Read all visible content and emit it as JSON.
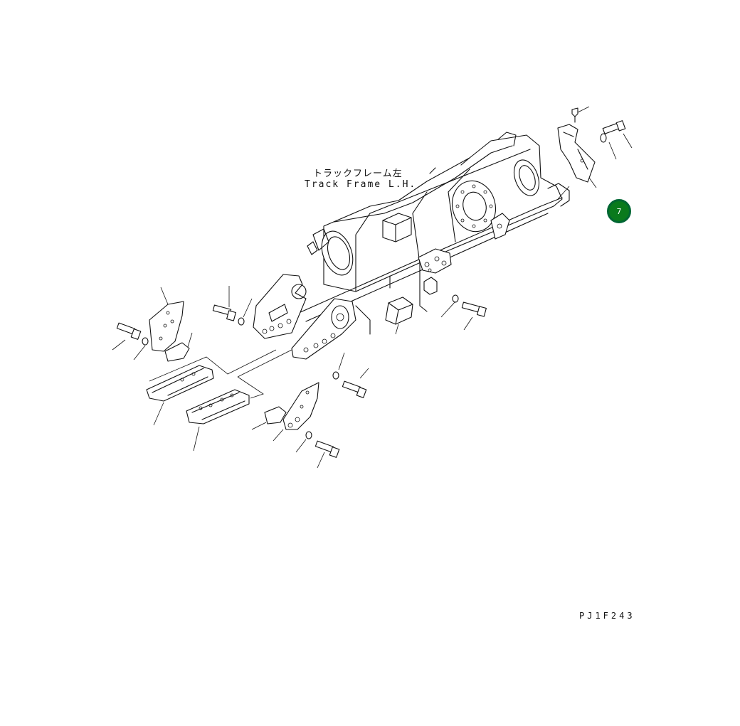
{
  "diagram": {
    "label_japanese": "トラックフレーム左",
    "label_english": "Track Frame L.H.",
    "drawing_code": "PJ1F243",
    "callout_number": "7",
    "callout_color": "#0a7a1c"
  }
}
